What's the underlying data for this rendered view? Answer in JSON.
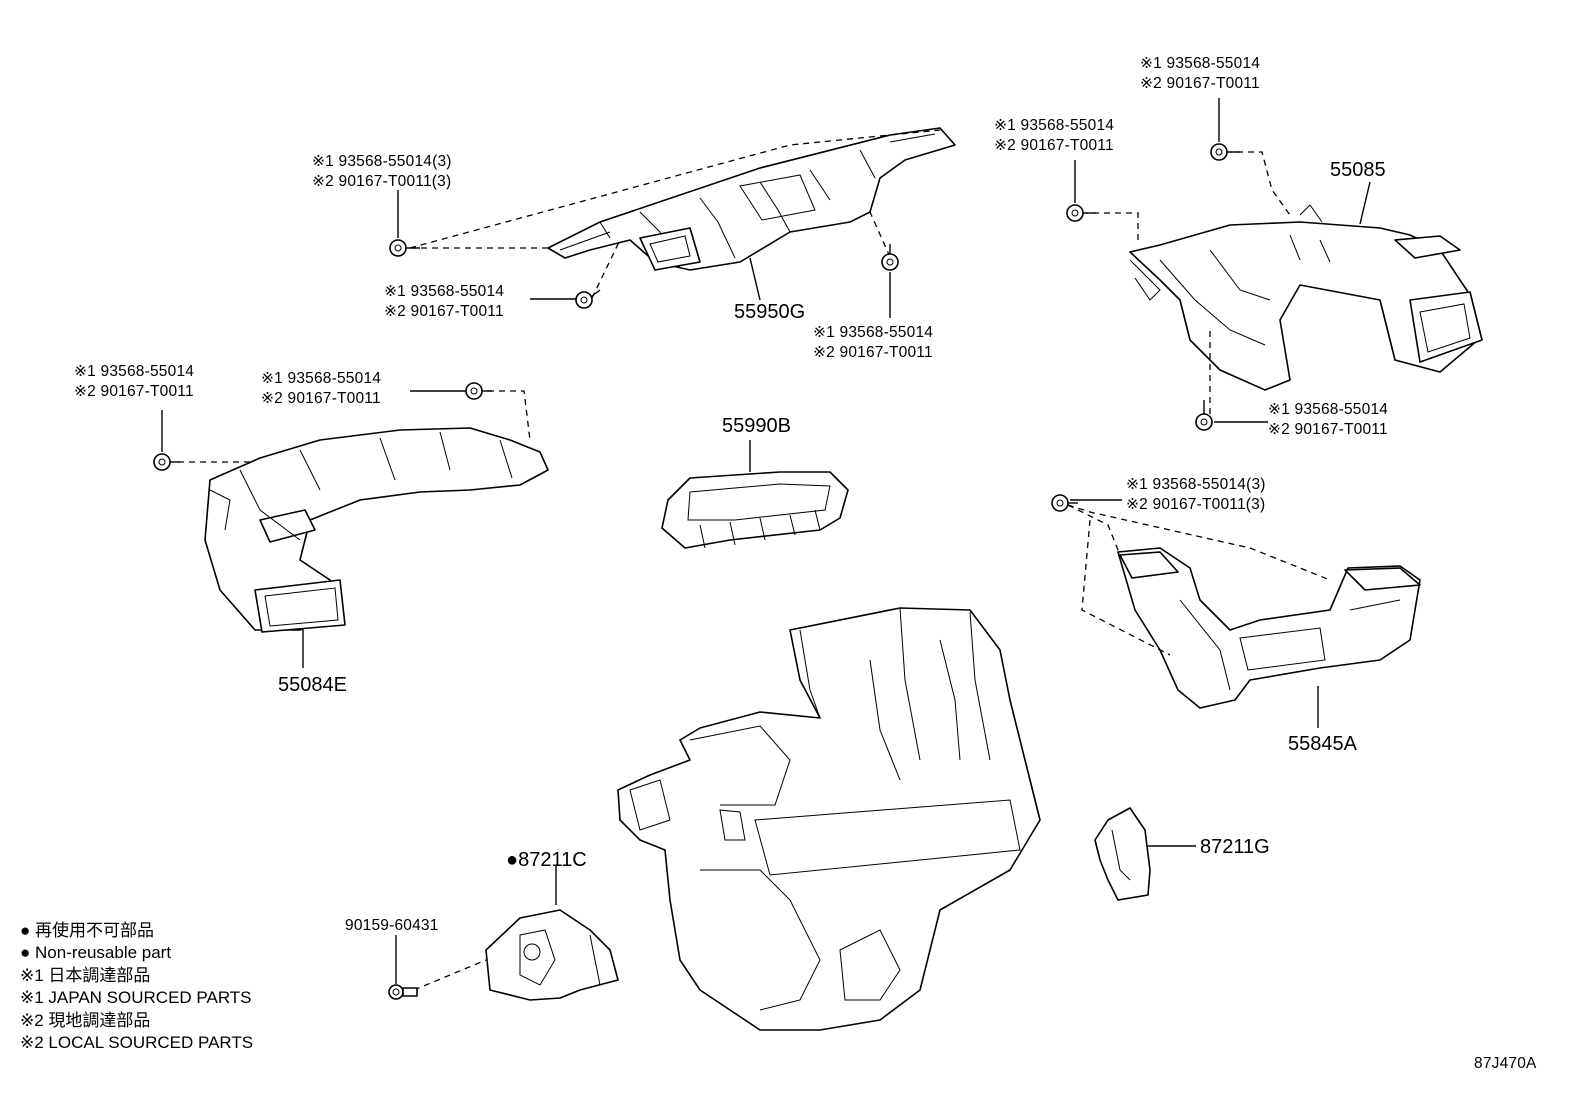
{
  "fastener_labels": {
    "c1_top_left": [
      "※1 93568-55014(3)",
      "※2 90167-T0011(3)"
    ],
    "c2_mid_left": [
      "※1 93568-55014",
      "※2 90167-T0011"
    ],
    "c3_mid_right": [
      "※1 93568-55014",
      "※2 90167-T0011"
    ],
    "c4_right_top": [
      "※1 93568-55014",
      "※2 90167-T0011"
    ],
    "c5_right_top2": [
      "※1 93568-55014",
      "※2 90167-T0011"
    ],
    "c6_left_duct_a": [
      "※1 93568-55014",
      "※2 90167-T0011"
    ],
    "c7_left_duct_b": [
      "※1 93568-55014",
      "※2 90167-T0011"
    ],
    "c8_right_duct": [
      "※1 93568-55014",
      "※2 90167-T0011"
    ],
    "c9_lower_right": [
      "※1 93568-55014(3)",
      "※2 90167-T0011(3)"
    ]
  },
  "part_numbers": {
    "p55950G": "55950G",
    "p55085": "55085",
    "p55990B": "55990B",
    "p55084E": "55084E",
    "p55845A": "55845A",
    "p87211C": "●87211C",
    "p87211G": "87211G",
    "p90159": "90159-60431"
  },
  "legend": [
    "● 再使用不可部品",
    "● Non-reusable part",
    "※1 日本調達部品",
    "※1 JAPAN SOURCED PARTS",
    "※2 現地調達部品",
    "※2 LOCAL SOURCED PARTS"
  ],
  "diagram_code": "87J470A"
}
